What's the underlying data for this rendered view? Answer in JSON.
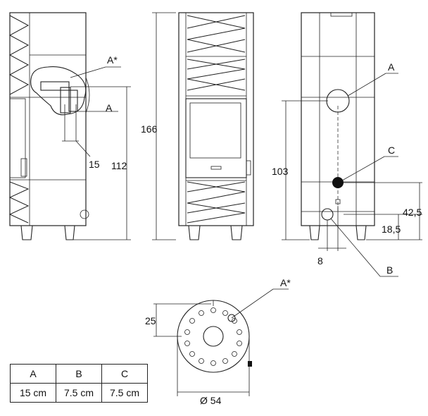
{
  "labels": {
    "a_star_left": "A*",
    "a_left": "A",
    "dim_15": "15",
    "dim_112": "112",
    "dim_166": "166",
    "a_right": "A",
    "c_right": "C",
    "b_right": "B",
    "dim_103": "103",
    "dim_42_5": "42,5",
    "dim_18_5": "18,5",
    "dim_8": "8",
    "a_star_top": "A*",
    "dim_25": "25",
    "dim_54": "Ø 54"
  },
  "table": {
    "headers": [
      "A",
      "B",
      "C"
    ],
    "values": [
      "15 cm",
      "7.5 cm",
      "7.5 cm"
    ]
  }
}
